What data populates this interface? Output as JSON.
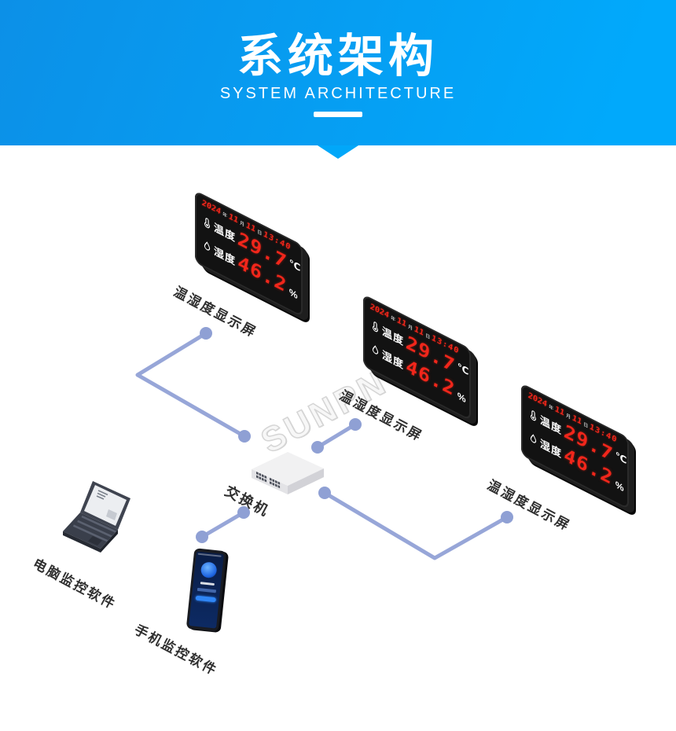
{
  "header": {
    "title": "系统架构",
    "subtitle": "SYSTEM ARCHITECTURE"
  },
  "watermark": "SUNPN",
  "displays": [
    {
      "label": "温湿度显示屏",
      "date": {
        "year": "2024",
        "year_unit": "年",
        "month": "11",
        "month_unit": "月",
        "day": "11",
        "day_unit": "日",
        "time": "13:40"
      },
      "temp_label": "温度",
      "temp_value": "29.7",
      "temp_unit": "℃",
      "hum_label": "湿度",
      "hum_value": "46.2",
      "hum_unit": "%"
    },
    {
      "label": "温湿度显示屏",
      "date": {
        "year": "2024",
        "year_unit": "年",
        "month": "11",
        "month_unit": "月",
        "day": "11",
        "day_unit": "日",
        "time": "13:40"
      },
      "temp_label": "温度",
      "temp_value": "29.7",
      "temp_unit": "℃",
      "hum_label": "湿度",
      "hum_value": "46.2",
      "hum_unit": "%"
    },
    {
      "label": "温湿度显示屏",
      "date": {
        "year": "2024",
        "year_unit": "年",
        "month": "11",
        "month_unit": "月",
        "day": "11",
        "day_unit": "日",
        "time": "13:40"
      },
      "temp_label": "温度",
      "temp_value": "29.7",
      "temp_unit": "℃",
      "hum_label": "湿度",
      "hum_value": "46.2",
      "hum_unit": "%"
    }
  ],
  "switch": {
    "label": "交换机"
  },
  "laptop": {
    "label": "电脑监控软件"
  },
  "phone": {
    "label": "手机监控软件"
  },
  "colors": {
    "banner_gradient_start": "#0c90e7",
    "banner_gradient_end": "#01a9fb",
    "led_red": "#f1261b",
    "connection_line": "#97a6d8",
    "label_text": "#2f2f2f"
  }
}
